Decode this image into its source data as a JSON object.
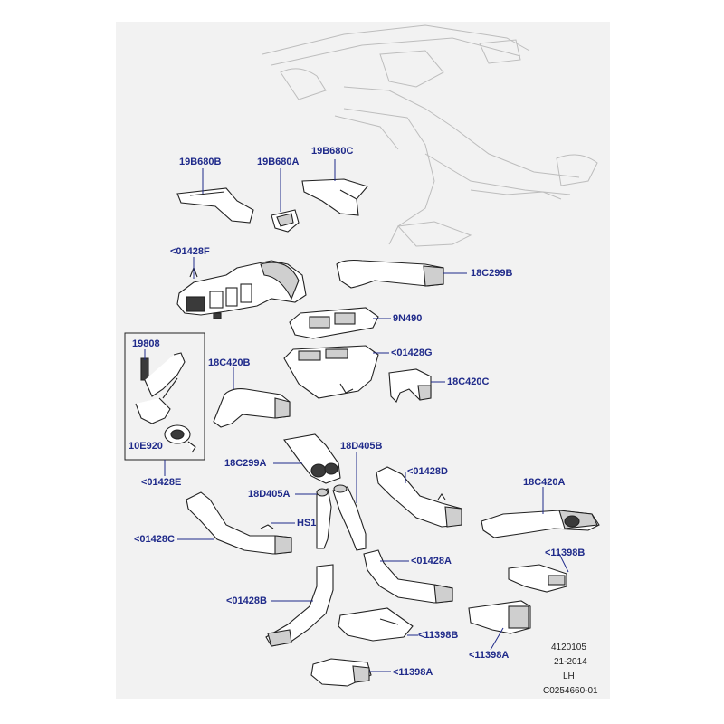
{
  "labels": {
    "l19B680B": "19B680B",
    "l19B680A": "19B680A",
    "l19B680C": "19B680C",
    "l01428F": "<01428F",
    "l18C299B": "18C299B",
    "l9N490": "9N490",
    "l19808": "19808",
    "l18C420B": "18C420B",
    "l01428G": "<01428G",
    "l18C420C": "18C420C",
    "l10E920": "10E920",
    "l18D405B": "18D405B",
    "l18C299A": "18C299A",
    "l01428E": "<01428E",
    "l01428D": "<01428D",
    "l18C420A": "18C420A",
    "l18D405A": "18D405A",
    "lHS1": "HS1",
    "l01428C": "<01428C",
    "l11398B_r": "<11398B",
    "l01428A": "<01428A",
    "l01428B": "<01428B",
    "l11398B_c": "<11398B",
    "l11398A_r": "<11398A",
    "l11398A_b": "<11398A"
  },
  "meta": {
    "ref": "4120105",
    "date": "21-2014",
    "side": "LH",
    "code": "C0254660-01"
  }
}
